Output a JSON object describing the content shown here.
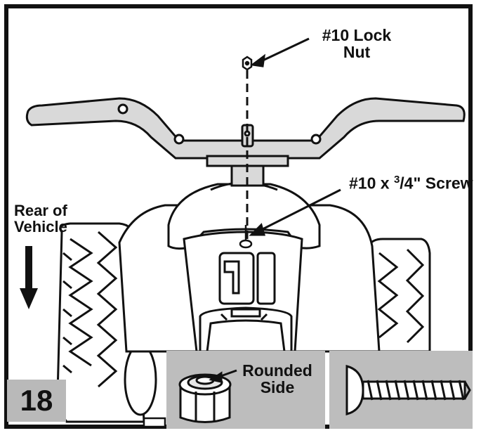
{
  "labels": {
    "lock_nut_line1": "#10 Lock",
    "lock_nut_line2": "Nut",
    "screw_main": "#10 x ",
    "screw_sup": "3",
    "screw_rest": "/4\" Screw",
    "rear_line1": "Rear of",
    "rear_line2": "Vehicle",
    "rounded_line1": "Rounded",
    "rounded_line2": "Side",
    "step_number": "18"
  },
  "colors": {
    "line": "#111111",
    "inset_bg": "#bdbdbd",
    "step_bg": "#b9b9b9",
    "handlebar_fill": "#d9d9d9"
  },
  "icons": [
    "lock-nut-icon",
    "screw-icon",
    "down-arrow-icon"
  ]
}
